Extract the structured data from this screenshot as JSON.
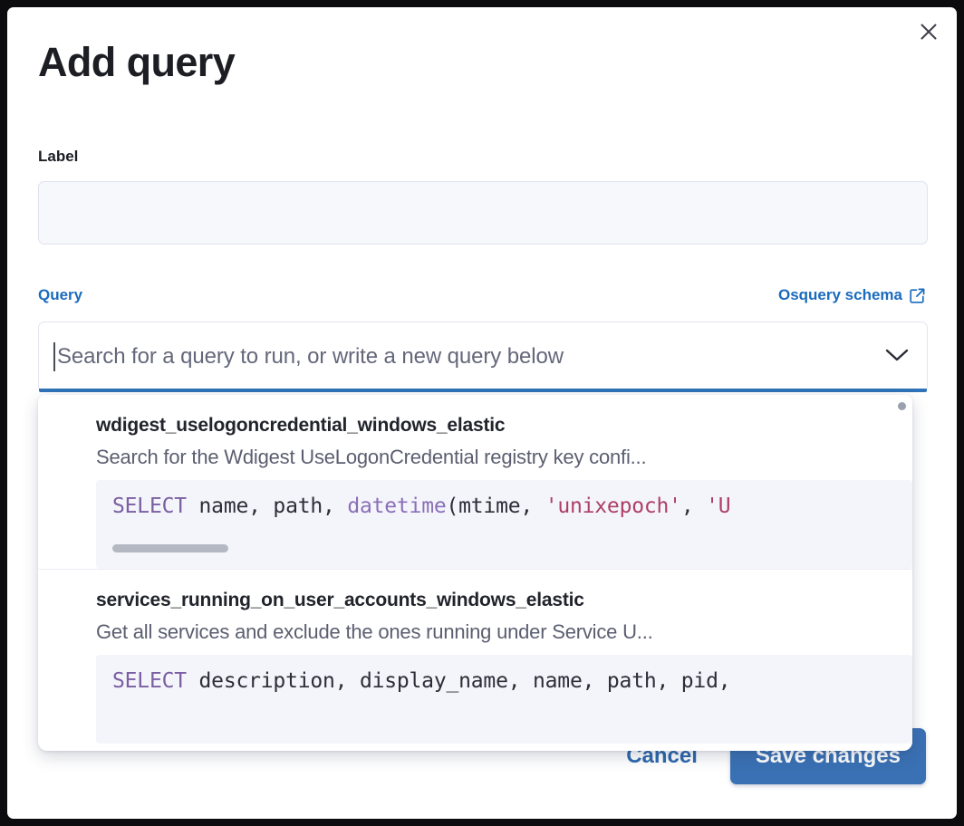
{
  "modal": {
    "title": "Add query",
    "close_icon": "close-icon"
  },
  "label_field": {
    "caption": "Label",
    "value": "",
    "placeholder": ""
  },
  "query_section": {
    "caption": "Query",
    "schema_link_label": "Osquery schema",
    "schema_link_icon": "external-link-icon",
    "combo": {
      "value": "",
      "placeholder": "Search for a query to run, or write a new query below",
      "chevron_icon": "chevron-down-icon",
      "focused": true
    }
  },
  "dropdown": {
    "items": [
      {
        "title": "wdigest_uselogoncredential_windows_elastic",
        "description": "Search for the Wdigest UseLogonCredential registry key confi...",
        "code_tokens": [
          {
            "t": "SELECT",
            "k": "kw"
          },
          {
            "t": " name, path, ",
            "k": "plain"
          },
          {
            "t": "datetime",
            "k": "fn"
          },
          {
            "t": "(mtime, ",
            "k": "plain"
          },
          {
            "t": "'unixepoch'",
            "k": "str"
          },
          {
            "t": ", ",
            "k": "plain"
          },
          {
            "t": "'U",
            "k": "str"
          }
        ]
      },
      {
        "title": "services_running_on_user_accounts_windows_elastic",
        "description": "Get all services and exclude the ones running under Service U...",
        "code_tokens": [
          {
            "t": "SELECT",
            "k": "kw"
          },
          {
            "t": " description, display_name, name, path, pid,",
            "k": "plain"
          }
        ]
      }
    ]
  },
  "footer": {
    "cancel_label": "Cancel",
    "save_label": "Save changes"
  },
  "colors": {
    "accent_blue": "#2d68ad",
    "save_button": "#3a71b4",
    "focus_underline": "#2f73b8",
    "sql_keyword": "#7a5fa3",
    "sql_function": "#8a6fb8",
    "sql_string": "#ad3f68",
    "code_background": "#f4f5fa",
    "input_background": "#f7f8fc"
  }
}
